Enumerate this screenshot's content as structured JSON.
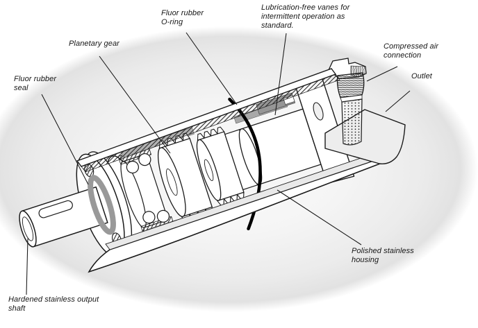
{
  "figure": {
    "labels": {
      "fluor_rubber_seal": "Fluor rubber\nseal",
      "planetary_gear": "Planetary gear",
      "fluor_rubber_o_ring": "Fluor rubber\nO-ring",
      "vanes": "Lubrication-free vanes for\nintermittent operation as\nstandard.",
      "compressed_air_connection": "Compressed air\nconnection",
      "outlet": "Outlet",
      "polished_stainless_housing": "Polished stainless\nhousing",
      "hardened_stainless_output_shaft": "Hardened stainless output\nshaft"
    },
    "colors": {
      "background_ellipse": "#e2e2e2",
      "outline": "#1a1a1a",
      "seal_gray": "#999999",
      "vane_gray": "#969696",
      "o_ring_black": "#000000"
    }
  }
}
